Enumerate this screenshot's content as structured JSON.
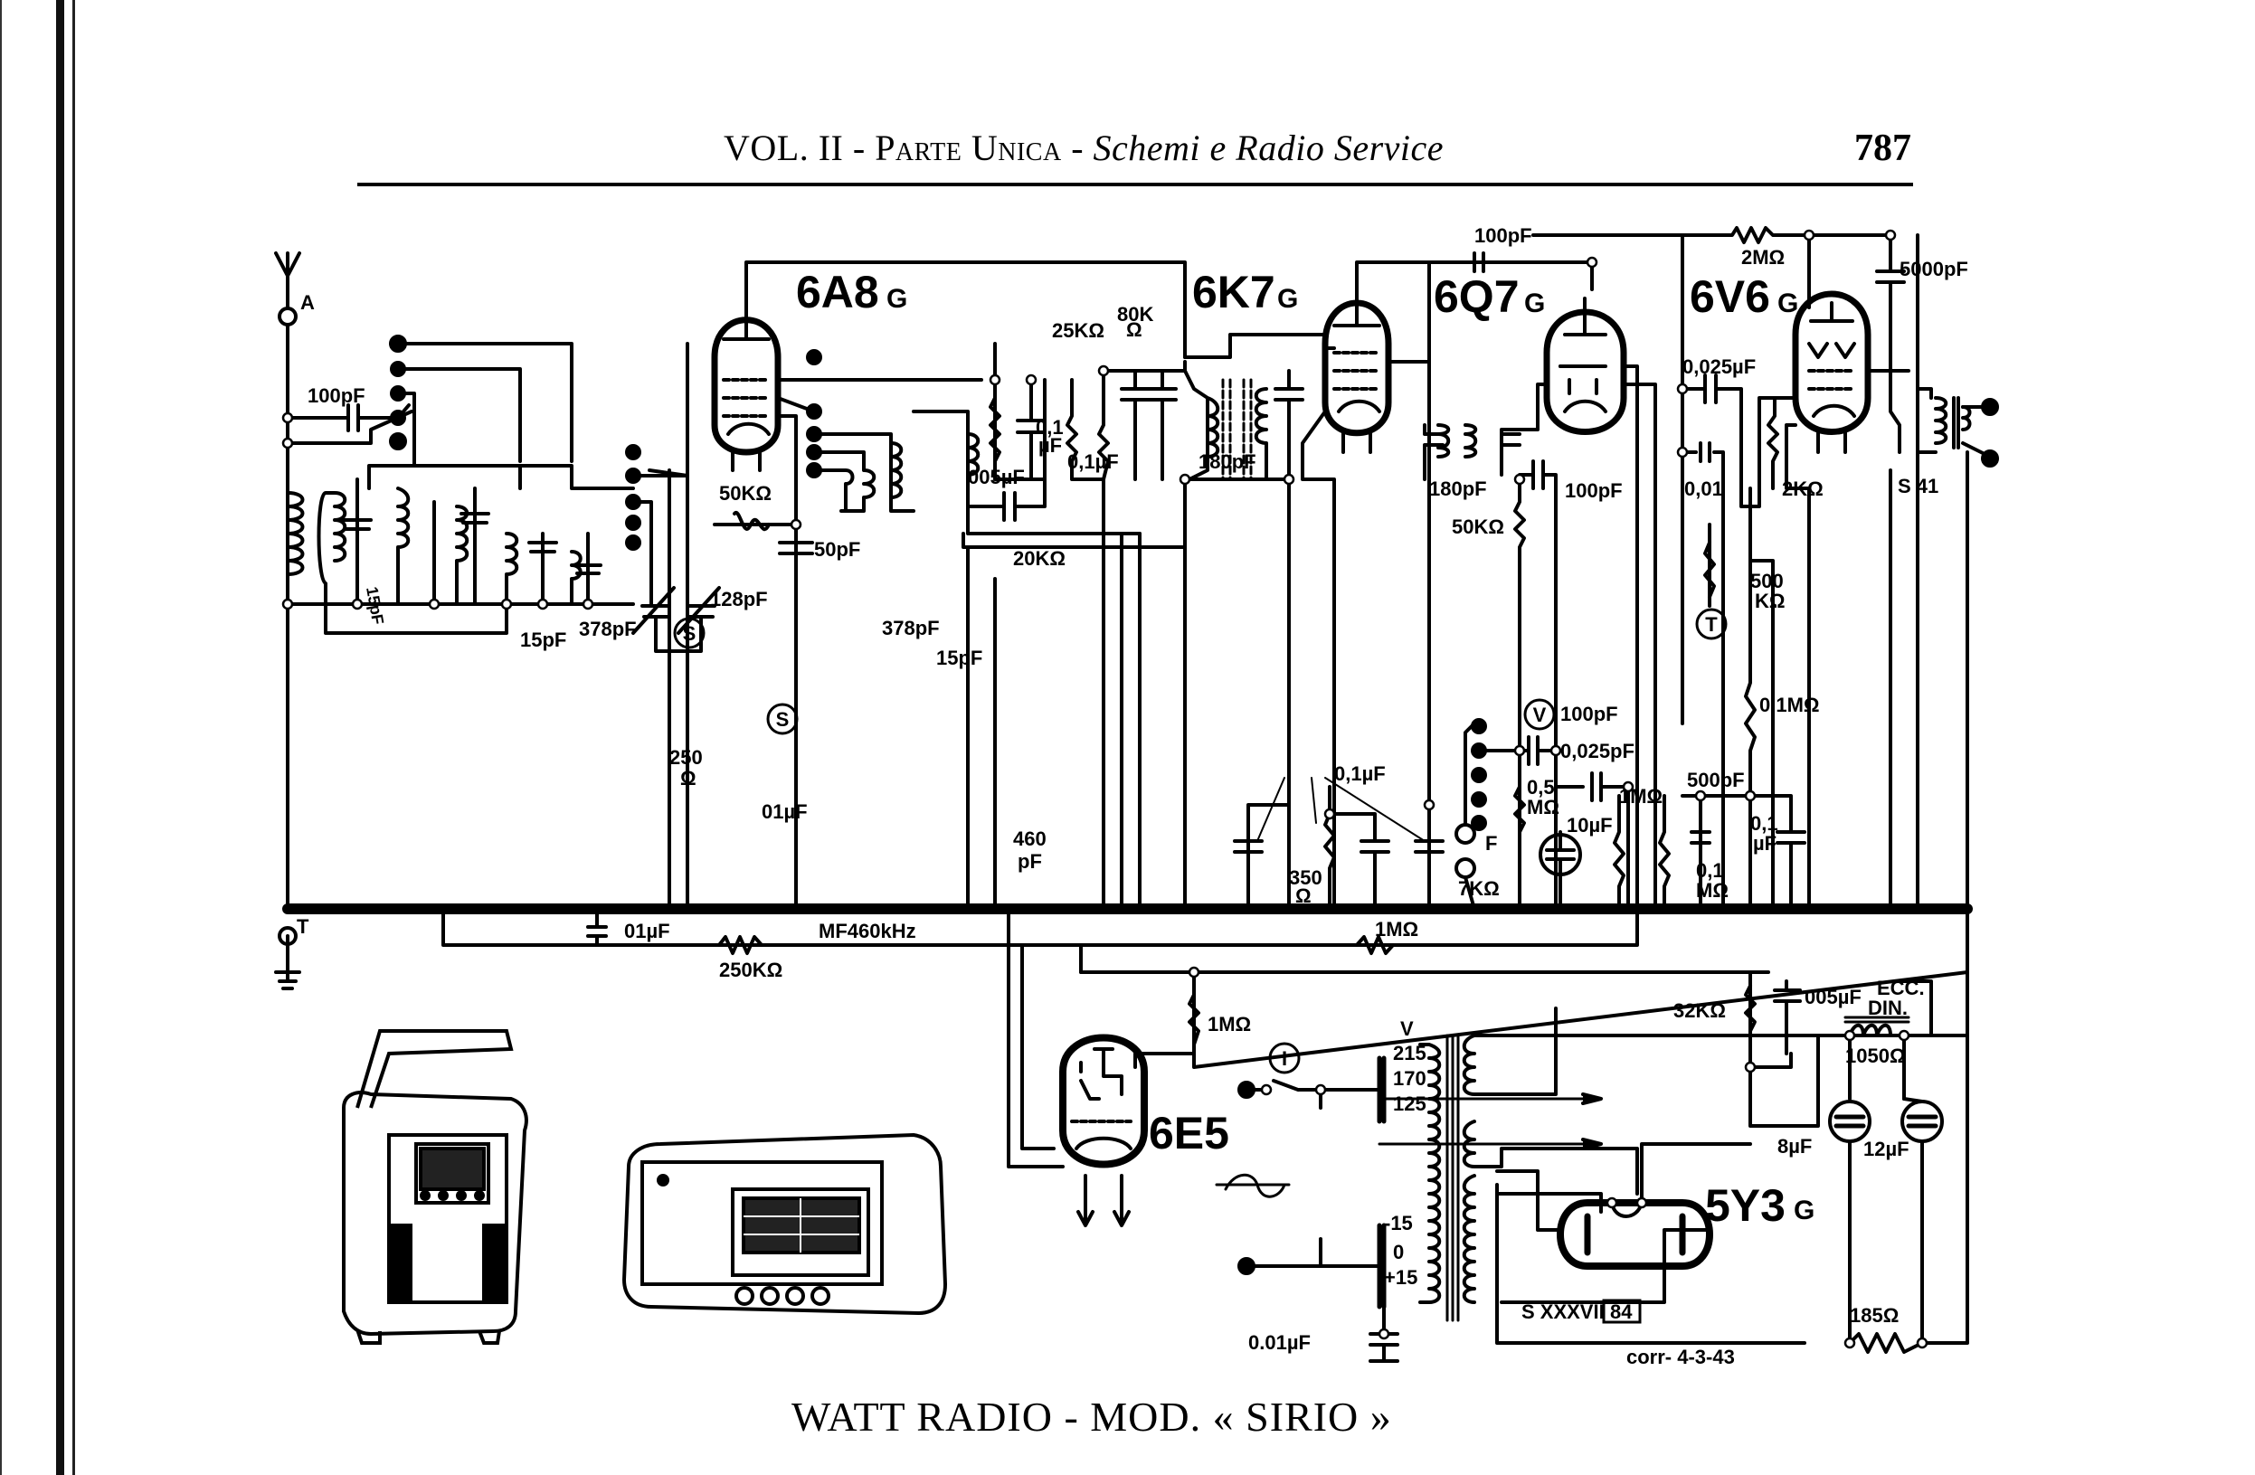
{
  "header": {
    "vol": "VOL. II",
    "sep1": " - ",
    "part": "Parte Unica",
    "sep2": " - ",
    "section": "Schemi e Radio Service",
    "page_number": "787"
  },
  "caption": "WATT RADIO - MOD. « SIRIO »",
  "schematic": {
    "tubes": [
      {
        "name": "6A8",
        "suffix": "G"
      },
      {
        "name": "6K7",
        "suffix": "G"
      },
      {
        "name": "6Q7",
        "suffix": "G"
      },
      {
        "name": "6V6",
        "suffix": "G"
      },
      {
        "name": "6E5",
        "suffix": ""
      },
      {
        "name": "5Y3",
        "suffix": "G"
      }
    ],
    "terminals": {
      "antenna": "A",
      "ground": "T"
    },
    "markers": {
      "S1": "S",
      "S2": "S",
      "V": "V",
      "T": "T",
      "I": "I",
      "F": "F"
    },
    "labels": {
      "c_ant_100pf": "100pF",
      "c_15pf_a": "15pF",
      "c_15pf_b": "15pF",
      "c_378_a": "378pF",
      "r_50k_a": "50KΩ",
      "c_50pf": "50pF",
      "c_128pf": "128pF",
      "c_378_b": "378pF",
      "c_15pf_c": "15pF",
      "r_250": "250",
      "r_250_unit": "Ω",
      "c_01uf_a": "01µF",
      "c_460pf": "460",
      "c_460pf_unit": "pF",
      "r_25k": "25KΩ",
      "r_80k": "80K",
      "r_80k_unit": "Ω",
      "c_01_a": "0,1",
      "c_01_a_unit": "µF",
      "c_01uf_b": "0,1µF",
      "c_005uf": "005µF",
      "r_20k": "20KΩ",
      "c_180pf_a": "180pF",
      "c_100pf_top": "100pF",
      "c_180pf_b": "180pF",
      "r_50k_b": "50KΩ",
      "c_100pf_b": "100pF",
      "r_2m": "2MΩ",
      "c_5000pf": "5000pF",
      "c_0025uf": "0,025µF",
      "c_001": "0,01",
      "r_2k": "2KΩ",
      "out_transformer": "S 41",
      "r_500k": "500",
      "r_500k_unit": "KΩ",
      "r_01m_a": "0,1MΩ",
      "c_500pf": "500pF",
      "c_01_b": "0,1",
      "c_01_b_unit": "µF",
      "r_01m_b": "0,1",
      "r_01m_b_unit": "MΩ",
      "c_01uf_group": "0,1µF",
      "r_350": "350",
      "r_350_unit": "Ω",
      "r_7k": "7KΩ",
      "c_100pf_v": "100pF",
      "c_0025pf": "0,025pF",
      "r_05m": "0,5",
      "r_05m_unit": "MΩ",
      "c_10uf": "10µF",
      "r_1m_a": "1MΩ",
      "c_01uf_bus": "01µF",
      "if_freq": "MF460kHz",
      "r_250k": "250KΩ",
      "r_1m_bus": "1MΩ",
      "r_1m_6e5": "1MΩ",
      "mains_v": "V",
      "tap_215": "215",
      "tap_170": "170",
      "tap_125": "125",
      "tap_m15": "-15",
      "tap_0": "0",
      "tap_p15": "+15",
      "c_001uf": "0.01µF",
      "r_32k": "32KΩ",
      "c_005uf_b": "005µF",
      "ecc": "ECC.",
      "din": "DIN.",
      "r_1050": "1050Ω",
      "c_8uf": "8µF",
      "c_12uf": "12µF",
      "power_transformer": "S XXXVII",
      "power_transformer_box": "84",
      "r_185": "185Ω",
      "correction": "corr- 4-3-43"
    }
  }
}
